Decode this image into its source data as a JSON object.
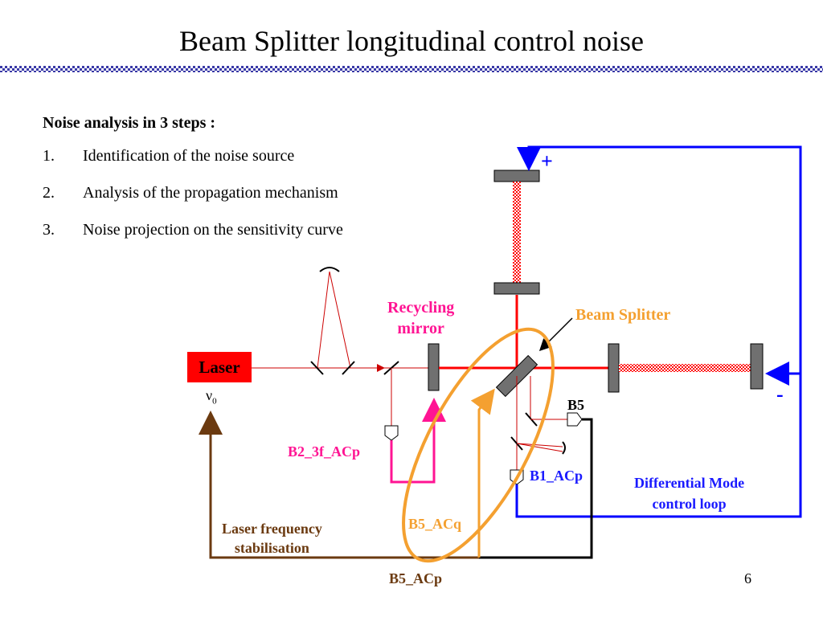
{
  "slide": {
    "title": "Beam Splitter longitudinal control noise",
    "page_number": "6"
  },
  "steps": {
    "heading": "Noise analysis in 3 steps :",
    "items": [
      {
        "num": "1.",
        "text": "Identification of the noise source"
      },
      {
        "num": "2.",
        "text": "Analysis of the propagation mechanism"
      },
      {
        "num": "3.",
        "text": "Noise projection on the sensitivity curve"
      }
    ]
  },
  "labels": {
    "laser": "Laser",
    "nu0": "ν0",
    "recycling_mirror_line1": "Recycling",
    "recycling_mirror_line2": "mirror",
    "beam_splitter": "Beam Splitter",
    "plus": "+",
    "minus": "-",
    "b5": "B5",
    "b2_3f_acp": "B2_3f_ACp",
    "b1_acp": "B1_ACp",
    "b5_acq": "B5_ACq",
    "b5_acp": "B5_ACp",
    "laser_freq_line1": "Laser frequency",
    "laser_freq_line2": "stabilisation",
    "diff_mode_line1": "Differential Mode",
    "diff_mode_line2": "control loop"
  },
  "colors": {
    "beam": "#ff0000",
    "mirror": "#707070",
    "loop_blue": "#0000ff",
    "pink": "#ff1493",
    "orange": "#f4a030",
    "brown": "#6b3a10",
    "black": "#000000",
    "navy_text": "#1a1aff"
  }
}
